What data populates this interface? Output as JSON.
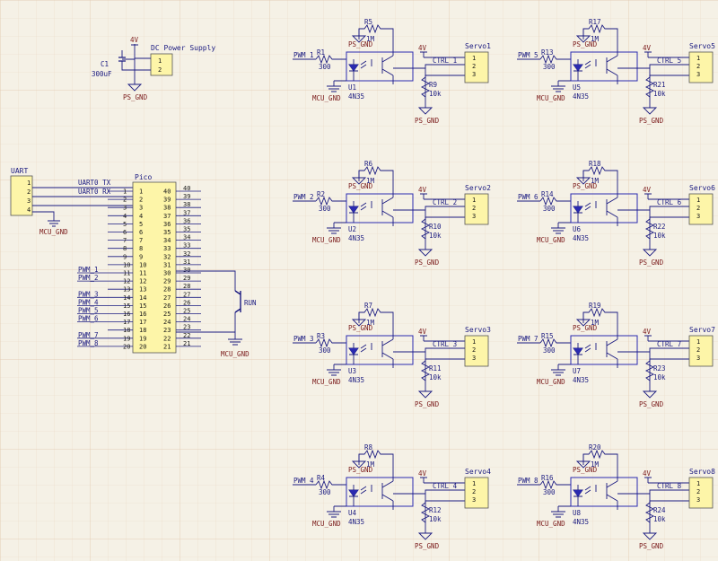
{
  "power": {
    "title": "DC Power Supply",
    "pins": [
      "1",
      "2"
    ],
    "net_4v": "4V",
    "cap_ref": "C1",
    "cap_value": "300uF",
    "gnd": "PS_GND"
  },
  "uart": {
    "title": "UART",
    "pins": [
      "1",
      "2",
      "3",
      "4"
    ],
    "tx_label": "UART0 TX",
    "rx_label": "UART0 RX",
    "gnd": "MCU_GND"
  },
  "pico": {
    "title": "Pico",
    "left_pins": [
      "1",
      "2",
      "3",
      "4",
      "5",
      "6",
      "7",
      "8",
      "9",
      "10",
      "11",
      "12",
      "13",
      "14",
      "15",
      "16",
      "17",
      "18",
      "19",
      "20"
    ],
    "right_pins": [
      "40",
      "39",
      "38",
      "37",
      "36",
      "35",
      "34",
      "33",
      "32",
      "31",
      "30",
      "29",
      "28",
      "27",
      "26",
      "25",
      "24",
      "23",
      "22",
      "21"
    ],
    "left_labels": [
      "UART0 TX",
      "UART0 RX",
      "",
      "",
      "",
      "",
      "",
      "",
      "",
      "",
      "PWM_1",
      "PWM_2",
      "",
      "PWM_3",
      "PWM_4",
      "PWM_5",
      "PWM_6",
      "",
      "PWM_7",
      "PWM_8"
    ],
    "left_ext_pins": [
      "1",
      "2",
      "3",
      "4",
      "5",
      "6",
      "7",
      "8",
      "9",
      "10",
      "11",
      "12",
      "13",
      "14",
      "15",
      "16",
      "17",
      "18",
      "19",
      "20"
    ],
    "right_ext_pins": [
      "40",
      "39",
      "38",
      "37",
      "36",
      "35",
      "34",
      "33",
      "32",
      "31",
      "30",
      "29",
      "28",
      "27",
      "26",
      "25",
      "24",
      "23",
      "22",
      "21"
    ],
    "run_label": "RUN",
    "gnd": "MCU_GND"
  },
  "channels": [
    {
      "pwm": "PWM_1",
      "r_in": "R1",
      "r_in_val": "300",
      "r_fb": "R5",
      "r_fb_val": "1M",
      "r_pd": "R9",
      "r_pd_val": "10k",
      "opto": "U1",
      "opto_part": "4N35",
      "ctrl": "CTRL_1",
      "servo": "Servo1",
      "gnd_ps": "PS_GND",
      "gnd_mcu": "MCU_GND",
      "v": "4V",
      "pins": [
        "1",
        "2",
        "3"
      ]
    },
    {
      "pwm": "PWM_2",
      "r_in": "R2",
      "r_in_val": "300",
      "r_fb": "R6",
      "r_fb_val": "1M",
      "r_pd": "R10",
      "r_pd_val": "10k",
      "opto": "U2",
      "opto_part": "4N35",
      "ctrl": "CTRL_2",
      "servo": "Servo2",
      "gnd_ps": "PS_GND",
      "gnd_mcu": "MCU_GND",
      "v": "4V",
      "pins": [
        "1",
        "2",
        "3"
      ]
    },
    {
      "pwm": "PWM_3",
      "r_in": "R3",
      "r_in_val": "300",
      "r_fb": "R7",
      "r_fb_val": "1M",
      "r_pd": "R11",
      "r_pd_val": "10k",
      "opto": "U3",
      "opto_part": "4N35",
      "ctrl": "CTRL_3",
      "servo": "Servo3",
      "gnd_ps": "PS_GND",
      "gnd_mcu": "MCU_GND",
      "v": "4V",
      "pins": [
        "1",
        "2",
        "3"
      ]
    },
    {
      "pwm": "PWM_4",
      "r_in": "R4",
      "r_in_val": "300",
      "r_fb": "R8",
      "r_fb_val": "1M",
      "r_pd": "R12",
      "r_pd_val": "10k",
      "opto": "U4",
      "opto_part": "4N35",
      "ctrl": "CTRL_4",
      "servo": "Servo4",
      "gnd_ps": "PS_GND",
      "gnd_mcu": "MCU_GND",
      "v": "4V",
      "pins": [
        "1",
        "2",
        "3"
      ]
    },
    {
      "pwm": "PWM_5",
      "r_in": "R13",
      "r_in_val": "300",
      "r_fb": "R17",
      "r_fb_val": "1M",
      "r_pd": "R21",
      "r_pd_val": "10k",
      "opto": "U5",
      "opto_part": "4N35",
      "ctrl": "CTRL_5",
      "servo": "Servo5",
      "gnd_ps": "PS_GND",
      "gnd_mcu": "MCU_GND",
      "v": "4V",
      "pins": [
        "1",
        "2",
        "3"
      ]
    },
    {
      "pwm": "PWM_6",
      "r_in": "R14",
      "r_in_val": "300",
      "r_fb": "R18",
      "r_fb_val": "1M",
      "r_pd": "R22",
      "r_pd_val": "10k",
      "opto": "U6",
      "opto_part": "4N35",
      "ctrl": "CTRL_6",
      "servo": "Servo6",
      "gnd_ps": "PS_GND",
      "gnd_mcu": "MCU_GND",
      "v": "4V",
      "pins": [
        "1",
        "2",
        "3"
      ]
    },
    {
      "pwm": "PWM_7",
      "r_in": "R15",
      "r_in_val": "300",
      "r_fb": "R19",
      "r_fb_val": "1M",
      "r_pd": "R23",
      "r_pd_val": "10k",
      "opto": "U7",
      "opto_part": "4N35",
      "ctrl": "CTRL_7",
      "servo": "Servo7",
      "gnd_ps": "PS_GND",
      "gnd_mcu": "MCU_GND",
      "v": "4V",
      "pins": [
        "1",
        "2",
        "3"
      ]
    },
    {
      "pwm": "PWM_8",
      "r_in": "R16",
      "r_in_val": "300",
      "r_fb": "R20",
      "r_fb_val": "1M",
      "r_pd": "R24",
      "r_pd_val": "10k",
      "opto": "U8",
      "opto_part": "4N35",
      "ctrl": "CTRL_8",
      "servo": "Servo8",
      "gnd_ps": "PS_GND",
      "gnd_mcu": "MCU_GND",
      "v": "4V",
      "pins": [
        "1",
        "2",
        "3"
      ]
    }
  ]
}
